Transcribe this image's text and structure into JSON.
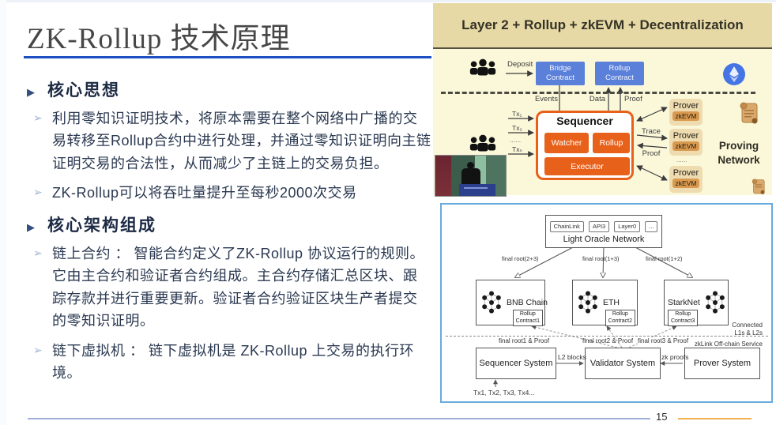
{
  "icons": {
    "section_bullet": "▶",
    "point_bullet": "➢"
  },
  "colors": {
    "title_rule_blue": "#1d4fc0",
    "contract_blue": "#5b80d9",
    "sequencer_orange": "#e8611a",
    "panel_header_tan": "#e7d9a6",
    "panel_body_yellow": "#fbf8da",
    "prover_tan": "#eedcb0",
    "zkevm_amber": "#d99a50",
    "footer_blue": "#9fb0da",
    "footer_orange": "#f2b050",
    "panel2_border_blue": "#6aabdc"
  },
  "slide": {
    "title": "ZK-Rollup 技术原理",
    "page_number": "15",
    "sections": [
      {
        "heading": "核心思想",
        "points": [
          "利用零知识证明技术，将原本需要在整个网络中广播的交易转移至Rollup合约中进行处理，并通过零知识证明向主链证明交易的合法性，从而减少了主链上的交易负担。",
          "ZK-Rollup可以将吞吐量提升至每秒2000次交易"
        ]
      },
      {
        "heading": "核心架构组成",
        "points": [
          "链上合约 ： 智能合约定义了ZK-Rollup 协议运行的规则。它由主合约和验证者合约组成。主合约存储汇总区块、跟踪存款并进行重要更新。验证者合约验证区块生产者提交的零知识证明。",
          "链下虚拟机 ： 链下虚拟机是 ZK-Rollup 上交易的执行环境。"
        ]
      }
    ]
  },
  "zkevm_diagram": {
    "title": "Layer 2 + Rollup + zkEVM + Decentralization",
    "deposit": "Deposit",
    "bridge_contract": "Bridge Contract",
    "rollup_contract": "Rollup Contract",
    "events": "Events",
    "data": "Data",
    "proof": "Proof",
    "sequencer": "Sequencer",
    "watcher": "Watcher",
    "rollup": "Rollup",
    "executor": "Executor",
    "tx1": "Tx₁",
    "tx2": "Tx₂",
    "tx_dots": "......",
    "txn": "Txₙ",
    "trace": "Trace",
    "trace_proof": "Proof",
    "prover": "Prover",
    "zkevm": "zkEVM",
    "prover_dots": "......",
    "proving_network_line1": "Proving",
    "proving_network_line2": "Network"
  },
  "zklink_diagram": {
    "oracle_chips": [
      "ChainLink",
      "API3",
      "Layer0",
      "..."
    ],
    "oracle_label": "Light Oracle Network",
    "root_labels": [
      "final root(2+3)",
      "final root(1+3)",
      "final root(1+2)"
    ],
    "chains": [
      {
        "name": "BNB Chain",
        "contract_line1": "Rollup",
        "contract_line2": "Contract1"
      },
      {
        "name": "ETH",
        "contract_line1": "Rollup",
        "contract_line2": "Contract2"
      },
      {
        "name": "StarkNet",
        "contract_line1": "Rollup",
        "contract_line2": "Contract3"
      }
    ],
    "proof_labels": [
      "final root1 & Proof",
      "final root2 & Proof",
      "final root3 & Proof"
    ],
    "connected_line1": "Connected",
    "connected_line2": "L1s & L2s",
    "offchain_label": "zkLink Off-chain Service",
    "systems": [
      "Sequencer System",
      "Validator System",
      "Prover System"
    ],
    "l2_blocks": "L2 blocks",
    "zk_proofs": "zk proofs",
    "tx_list": "Tx1, Tx2, Tx3, Tx4..."
  }
}
